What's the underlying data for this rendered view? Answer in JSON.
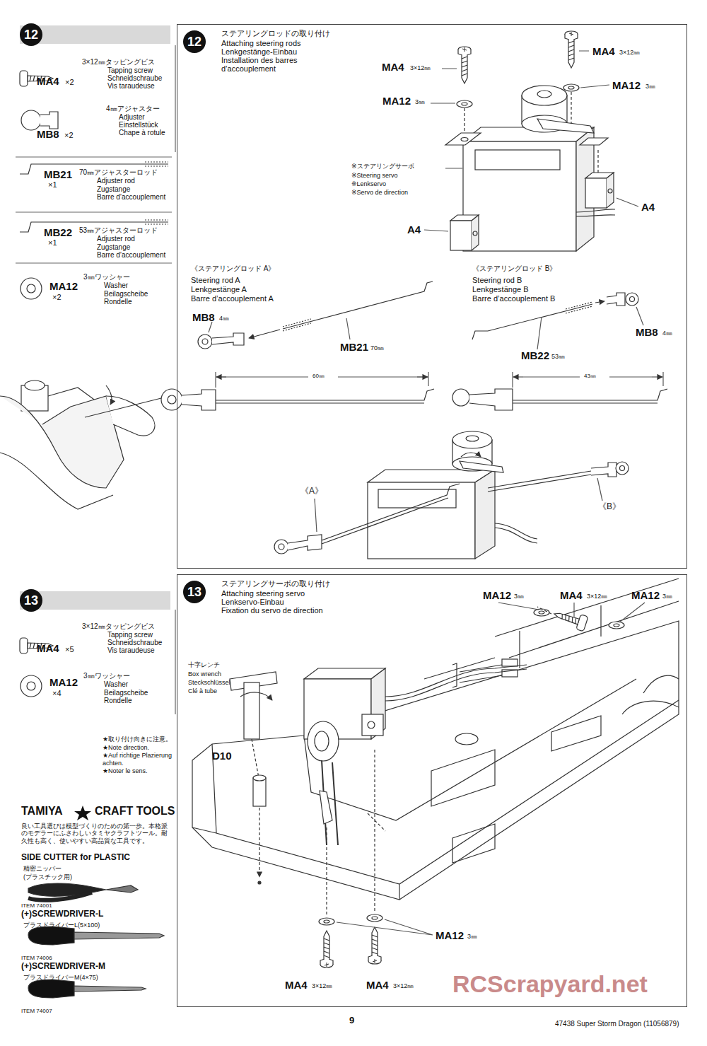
{
  "diagram": {
    "nodes": [
      {
        "text": [
          "12"
        ]
      },
      {
        "text": [
          "12",
          "ステアリングロッドの取り付け",
          "Attaching steering rods",
          "Lenkgestänge-Einbau",
          "Installation des barres",
          "d’accouplement"
        ]
      },
      {
        "text": [
          "13"
        ]
      },
      {
        "text": [
          "13",
          "ステアリングサーボの取り付け",
          "Attaching steering servo",
          "Lenkservo-Einbau",
          "Fixation du servo de direction"
        ]
      }
    ],
    "labels": [
      "MA4",
      "×2",
      "3×12㎜タッピングビス",
      "Tapping screw",
      "Schneidschraube",
      "Vis taraudeuse",
      "MB8",
      "×2",
      "4㎜アジャスター",
      "Adjuster",
      "Einstellstück",
      "Chape à rotule",
      "MB21",
      "×1",
      "70㎜アジャスターロッド",
      "Adjuster rod",
      "Zugstange",
      "Barre d’accouplement",
      "MB22",
      "×1",
      "53㎜アジャスターロッド",
      "Adjuster rod",
      "Zugstange",
      "Barre d’accouplement",
      "MA12",
      "×2",
      "3㎜ワッシャー",
      "Washer",
      "Beilagscheibe",
      "Rondelle",
      "MA4",
      "3×12㎜",
      "MA12",
      "3㎜",
      "MA4",
      "3×12㎜",
      "MA12",
      "3㎜",
      "※ステアリングサーボ",
      "※Steering servo",
      "※Lenkservo",
      "※Servo de direction",
      "A4",
      "A4",
      "《ステアリングロッド A》",
      "Steering rod A",
      "Lenkgestänge A",
      "Barre d’accouplement A",
      "《ステアリングロッド B》",
      "Steering rod B",
      "Lenkgestänge B",
      "Barre d’accouplement B",
      "MB8",
      "4㎜",
      "MB21",
      "70㎜",
      "MB8",
      "4㎜",
      "MB22",
      "53㎜",
      "60㎜",
      "43㎜",
      "《A》",
      "《B》",
      "MA4",
      "×5",
      "3×12㎜タッピングビス",
      "Tapping screw",
      "Schneidschraube",
      "Vis taraudeuse",
      "MA12",
      "×4",
      "3㎜ワッシャー",
      "Washer",
      "Beilagscheibe",
      "Rondelle",
      "★取り付け向きに注意。",
      "★Note direction.",
      "★Auf richtige Plazierung",
      "achten.",
      "★Noter le sens.",
      "TAMIYA",
      "CRAFT TOOLS",
      "良い工具選びは模型づくりのための第一歩。本格派のモデラーにふさわしいタミヤクラフトツール。耐久性も高く、使いやすい高品質な工具です。",
      "SIDE CUTTER for PLASTIC",
      "精密ニッパー",
      "(プラスチック用)",
      "ITEM 74001",
      "(+)SCREWDRIVER-L",
      "プラスドライバーL(5×100)",
      "ITEM 74006",
      "(+)SCREWDRIVER-M",
      "プラスドライバーM(4×75)",
      "ITEM 74007",
      "十字レンチ",
      "Box wrench",
      "Steckschlüssel",
      "Clé à tube",
      "D10",
      "MA12",
      "3㎜",
      "MA4",
      "3×12㎜",
      "MA12",
      "3㎜",
      "MA12",
      "3㎜",
      "MA4",
      "3×12㎜",
      "MA4",
      "3×12㎜",
      "RCScrapyard.net",
      "9",
      "47438 Super Storm Dragon (11056879)"
    ]
  }
}
